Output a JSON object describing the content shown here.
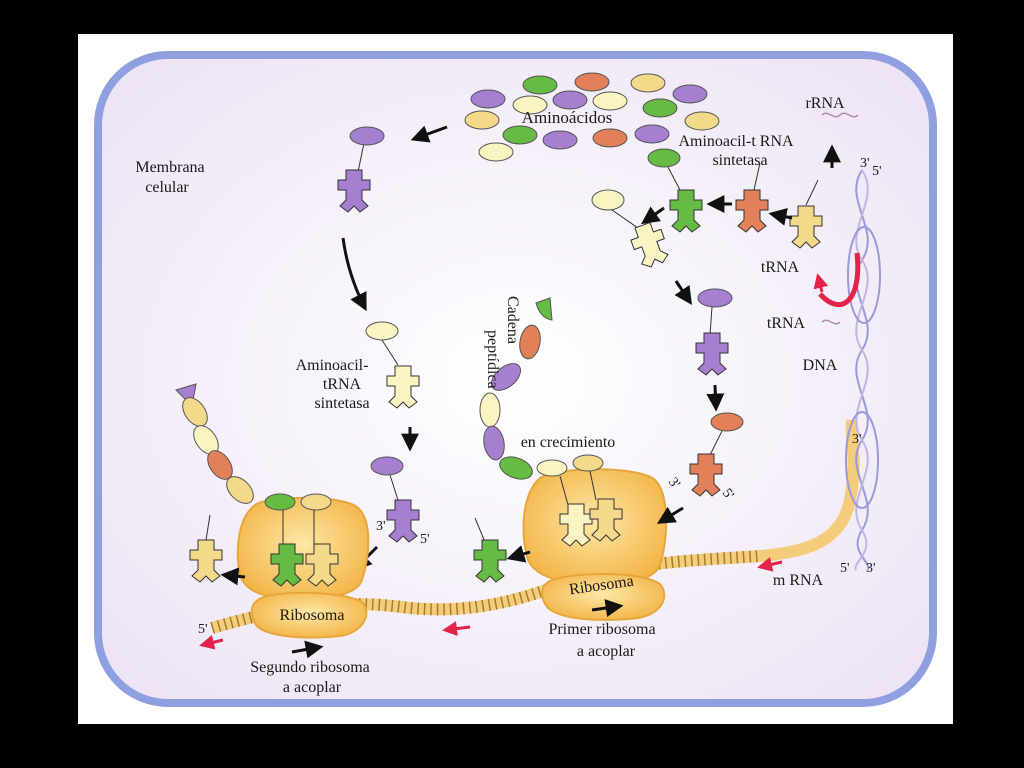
{
  "labels": {
    "aminoacidos": "Aminoácidos",
    "membrana_1": "Membrana",
    "membrana_2": "celular",
    "synthetase_top_1": "Aminoacil-t RNA",
    "synthetase_top_2": "sintetasa",
    "rrna": "rRNA",
    "trna_1": "tRNA",
    "trna_2": "tRNA",
    "dna": "DNA",
    "synthetase_left_1": "Aminoacil-",
    "synthetase_left_2": "tRNA",
    "synthetase_left_3": "sintetasa",
    "cadena_1": "Cadena",
    "cadena_2": "peptídica",
    "en_crecimiento": "en crecimiento",
    "ribosoma_left": "Ribosoma",
    "ribosoma_right": "Ribosoma",
    "primer_1": "Primer ribosoma",
    "primer_2": "a acoplar",
    "segundo_1": "Segundo ribosoma",
    "segundo_2": "a acoplar",
    "mrna": "m RNA"
  },
  "ends": {
    "five_prime": "5'",
    "three_prime": "3'"
  },
  "colors": {
    "membrane": "#8f9fe0",
    "cytoplasm": "#f6f0fb",
    "purple": "#a77fd1",
    "green": "#66bb44",
    "orange": "#e2805a",
    "yellow": "#f3d98a",
    "cream": "#fbf3c2",
    "ribosome": "#f7c35a",
    "mrna": "#f4cc7c",
    "red_arrow": "#e4234a"
  }
}
